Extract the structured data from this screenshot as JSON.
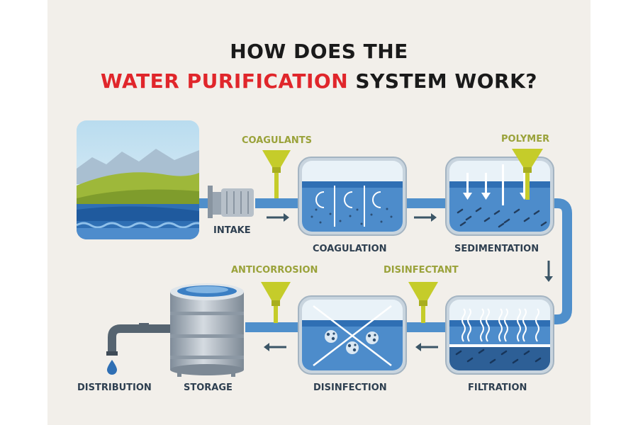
{
  "title": {
    "line1": "HOW DOES THE",
    "highlight": "WATER PURIFICATION",
    "rest": " SYSTEM WORK?"
  },
  "stages": {
    "intake": "INTAKE",
    "coagulation": "COAGULATION",
    "sedimentation": "SEDIMENTATION",
    "filtration": "FILTRATION",
    "disinfection": "DISINFECTION",
    "storage": "STORAGE",
    "distribution": "DISTRIBUTION"
  },
  "chemicals": {
    "coagulants": "COAGULANTS",
    "polymer": "POLYMER",
    "anticorrosion": "ANTICORROSION",
    "disinfectant": "DISINFECTANT"
  },
  "colors": {
    "title_text": "#1a1a1a",
    "title_highlight": "#e0262b",
    "stage_label": "#2e3f50",
    "chemical_label": "#9aa23a",
    "pipe": "#4f8fcb",
    "water": "#2f6fb4",
    "funnel": "#c5cc2a",
    "background": "#f2efea"
  }
}
